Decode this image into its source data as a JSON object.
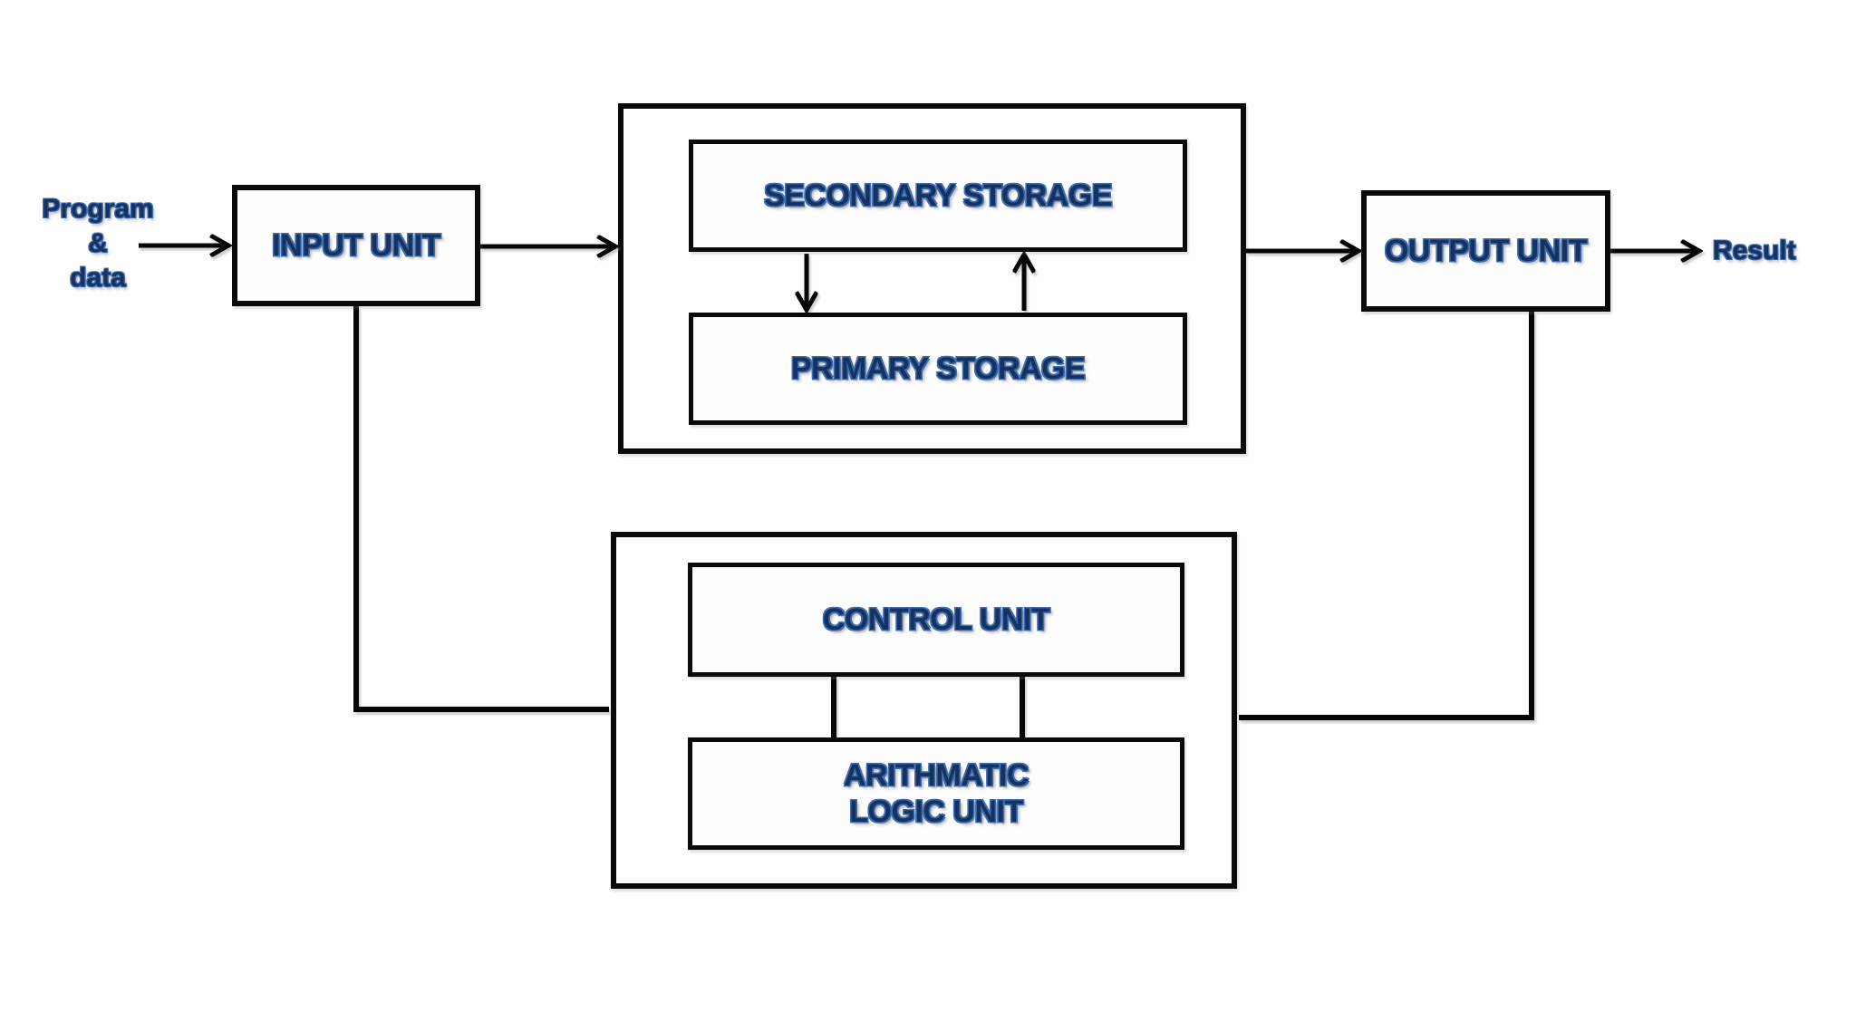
{
  "diagram": {
    "nodes": {
      "input_unit": "INPUT UNIT",
      "secondary_storage": "SECONDARY STORAGE",
      "primary_storage": "PRIMARY STORAGE",
      "output_unit": "OUTPUT UNIT",
      "control_unit": "CONTROL UNIT",
      "alu_line1": "ARITHMATIC",
      "alu_line2": "LOGIC UNIT"
    },
    "external_labels": {
      "input_line1": "Program",
      "input_line2": "&",
      "input_line3": "data",
      "result": "Result"
    },
    "colors": {
      "label_text": "#16335f",
      "label_outline": "#3e6db3",
      "line": "#060606",
      "background": "#fefefe"
    }
  }
}
